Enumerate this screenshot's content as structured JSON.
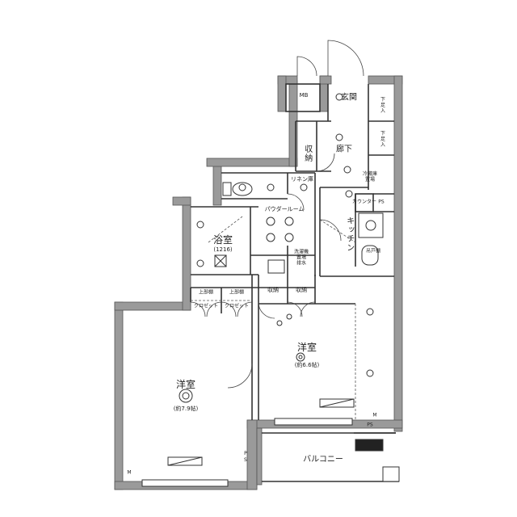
{
  "rooms": {
    "entrance": "玄関",
    "corridor": "廊下",
    "storage_corridor": "収納",
    "linen": "リネン庫",
    "powder_room": "パウダールーム",
    "bath": "浴室",
    "bath_size": "(1216)",
    "kitchen": "キッチン",
    "western_room_1": "洋室",
    "western_room_1_area": "(約7.9帖)",
    "western_room_2": "洋室",
    "western_room_2_area": "(約6.6帖)",
    "balcony": "バルコニー",
    "storage_a": "収納",
    "storage_b": "収納",
    "closet_1": "クロゼット",
    "closet_2": "クロゼット",
    "upper_shelf_1": "上部棚",
    "upper_shelf_2": "上部棚"
  },
  "fixtures": {
    "mb": "MB",
    "shoe_cabinet_1": "下足入",
    "shoe_cabinet_2": "下足入",
    "fridge_1": "冷蔵庫",
    "fridge_2": "置場",
    "counter": "カウンター",
    "ps_kitchen": "PS",
    "ps_balcony": "PS",
    "ps_room": "PS",
    "washer_1": "洗濯機",
    "washer_2": "置場",
    "washer_3": "排水",
    "dish_shelf": "吊戸棚",
    "meter": "M",
    "meter_2": "M"
  }
}
